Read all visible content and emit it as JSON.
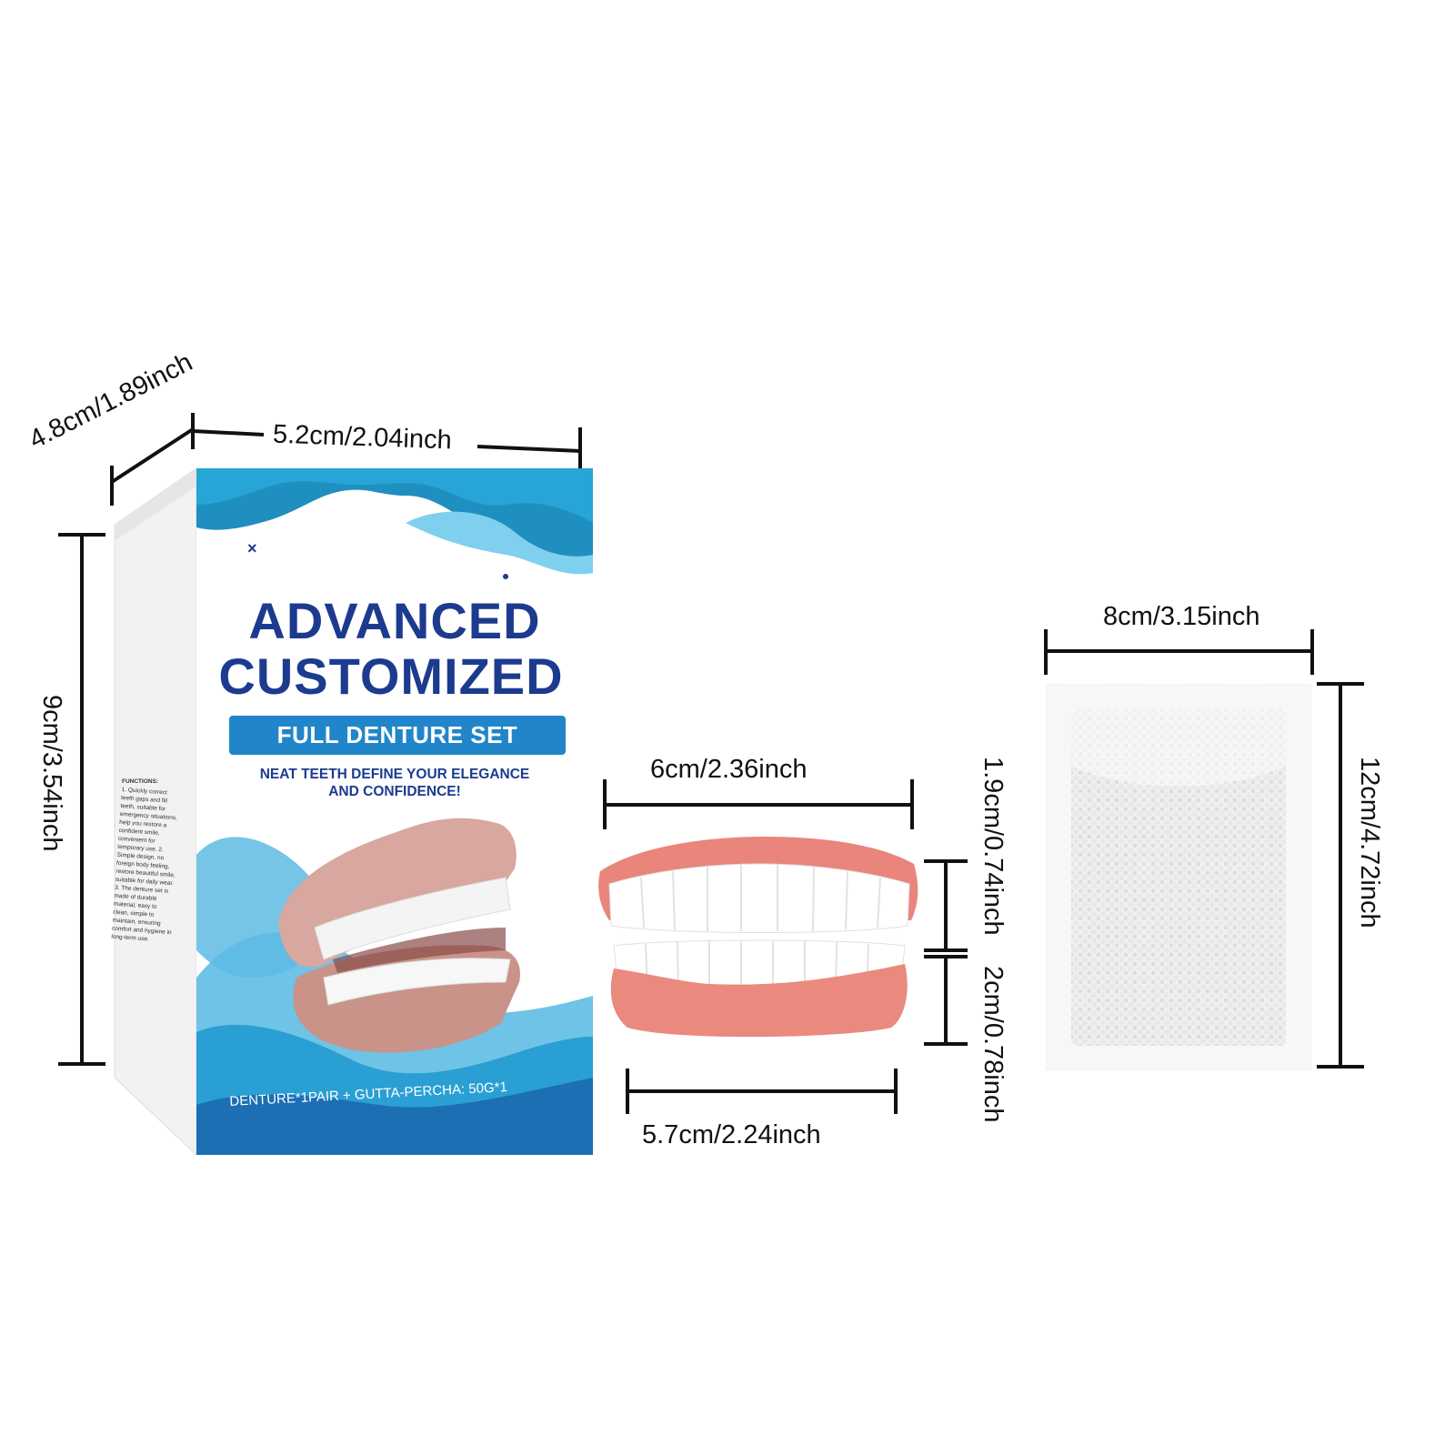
{
  "box": {
    "depth_label": "4.8cm/1.89inch",
    "width_label": "5.2cm/2.04inch",
    "height_label": "9cm/3.54inch",
    "title_line1": "ADVANCED",
    "title_line2": "CUSTOMIZED",
    "pill_text": "FULL DENTURE SET",
    "tagline_line1": "NEAT TEETH DEFINE YOUR ELEGANCE",
    "tagline_line2": "AND CONFIDENCE!",
    "contents_text": "DENTURE*1PAIR + GUTTA-PERCHA: 50G*1",
    "side_panel_heading": "FUNCTIONS:",
    "side_panel_text": "1. Quickly correct teeth gaps and fill teeth, suitable for emergency situations, help you restore a confident smile, convenient for temporary use. 2. Simple design, no foreign body feeling, restore beautiful smile, suitable for daily wear. 3. The denture set is made of durable material, easy to clean, simple to maintain, ensuring comfort and hygiene in long-term use."
  },
  "denture": {
    "upper_width_label": "6cm/2.36inch",
    "lower_width_label": "5.7cm/2.24inch",
    "upper_height_label": "1.9cm/0.74inch",
    "lower_height_label": "2cm/0.78inch"
  },
  "pouch": {
    "width_label": "8cm/3.15inch",
    "height_label": "12cm/4.72inch"
  },
  "colors": {
    "box_blue_dark": "#1c3b8f",
    "box_blue_mid": "#2186c9",
    "box_blue_light": "#5bbde6",
    "gum_pink": "#e8867a",
    "line": "#111111"
  }
}
